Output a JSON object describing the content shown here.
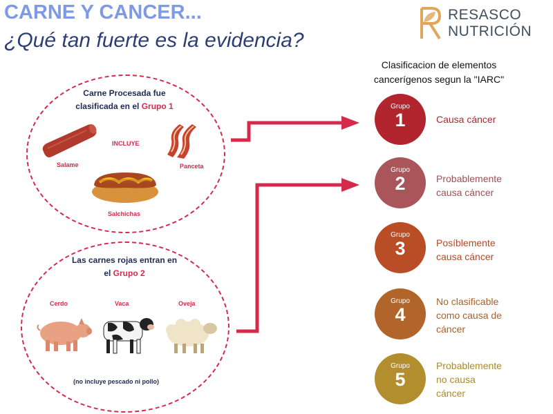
{
  "header": {
    "title": "CARNE Y CANCER...",
    "subtitle": "¿Qué tan fuerte es la evidencia?"
  },
  "logo": {
    "letter": "R",
    "line1": "RESASCO",
    "line2": "NUTRICIÓN",
    "colors": {
      "letter": "#e0a65a",
      "text": "#3f4f62"
    }
  },
  "iarc": {
    "heading_line1": "Clasificacion de elementos",
    "heading_line2": "cancerígenos segun la \"IARC\""
  },
  "processed": {
    "title_line1": "Carne Procesada fue",
    "title_line2_prefix": "clasificada en el ",
    "title_line2_group": "Grupo 1",
    "includes": "INCLUYE",
    "items": [
      "Salame",
      "Panceta",
      "Salchichas"
    ]
  },
  "red_meat": {
    "title_line1": "Las carnes rojas entran en",
    "title_line2_prefix": "el ",
    "title_line2_group": "Grupo 2",
    "items": [
      "Cerdo",
      "Vaca",
      "Oveja"
    ],
    "note": "(no incluye pescado ni pollo)"
  },
  "groups": [
    {
      "label": "Grupo",
      "number": "1",
      "desc": [
        "Causa cáncer"
      ],
      "color": "#b2252f",
      "text_color": "#b2252f"
    },
    {
      "label": "Grupo",
      "number": "2",
      "desc": [
        "Probablemente",
        "causa cáncer"
      ],
      "color": "#a9555a",
      "text_color": "#a24d55"
    },
    {
      "label": "Grupo",
      "number": "3",
      "desc": [
        "Posíblemente",
        "causa cáncer"
      ],
      "color": "#b84d26",
      "text_color": "#b04b23"
    },
    {
      "label": "Grupo",
      "number": "4",
      "desc": [
        "No clasificable",
        "como causa de",
        "cáncer"
      ],
      "color": "#b1652a",
      "text_color": "#a9602a"
    },
    {
      "label": "Grupo",
      "number": "5",
      "desc": [
        "Probablemente",
        "no causa",
        "cáncer"
      ],
      "color": "#b38e2e",
      "text_color": "#a98a2c"
    }
  ],
  "colors": {
    "accent": "#d42a4c",
    "title": "#7e99e6",
    "subtitle": "#2c3e75"
  }
}
